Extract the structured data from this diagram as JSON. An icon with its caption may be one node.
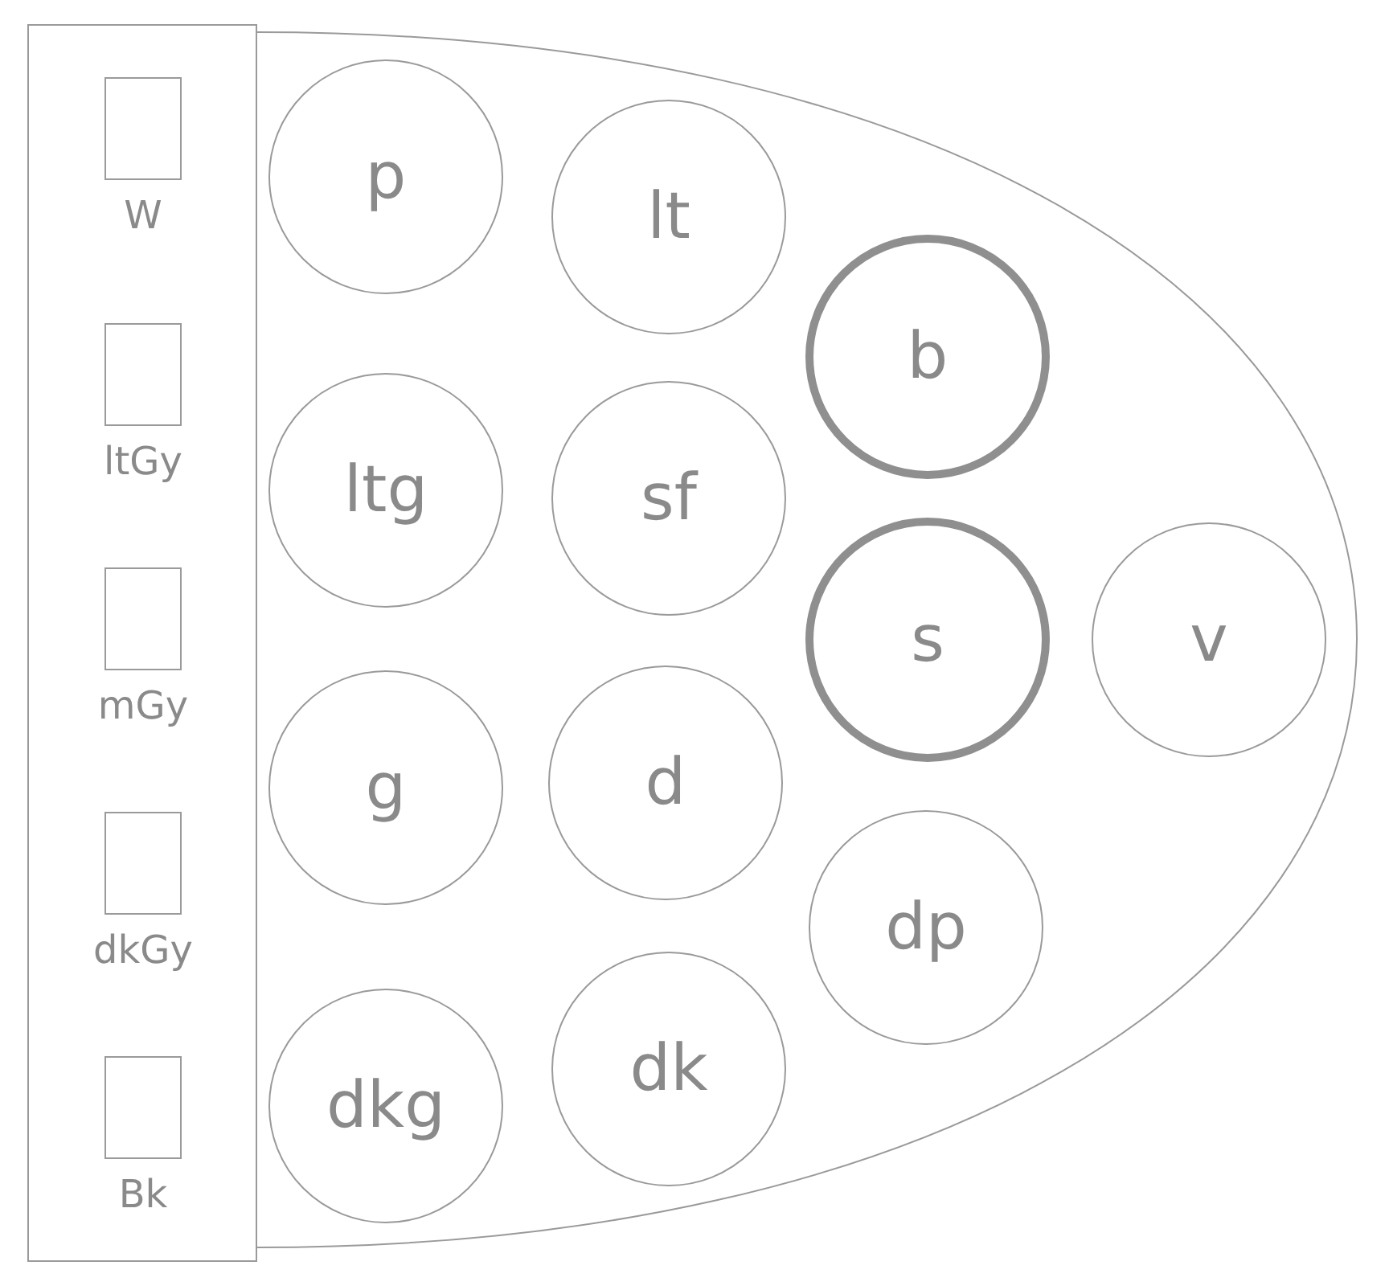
{
  "diagram": {
    "nodes": [
      {
        "text": [],
        "shape": "box"
      },
      {
        "text": [
          "W"
        ],
        "in": 0
      },
      {
        "text": [
          "ltGy"
        ],
        "in": 0
      },
      {
        "text": [
          "mGy"
        ],
        "in": 0
      },
      {
        "text": [
          "dkGy"
        ],
        "in": 0
      },
      {
        "text": [
          "Bk"
        ],
        "in": 0
      },
      {
        "text": [],
        "shape": "bowl"
      },
      {
        "text": [
          "p"
        ],
        "in": 6
      },
      {
        "text": [
          "lt"
        ],
        "in": 6
      },
      {
        "text": [
          "b"
        ],
        "in": 6
      },
      {
        "text": [
          "ltg"
        ],
        "in": 6
      },
      {
        "text": [
          "sf"
        ],
        "in": 6
      },
      {
        "text": [
          "s"
        ],
        "in": 6
      },
      {
        "text": [
          "v"
        ],
        "in": 6
      },
      {
        "text": [
          "g"
        ],
        "in": 6
      },
      {
        "text": [
          "d"
        ],
        "in": 6
      },
      {
        "text": [
          "dp"
        ],
        "in": 6
      },
      {
        "text": [
          "dkg"
        ],
        "in": 6
      },
      {
        "text": [
          "dk"
        ],
        "in": 6
      }
    ]
  }
}
